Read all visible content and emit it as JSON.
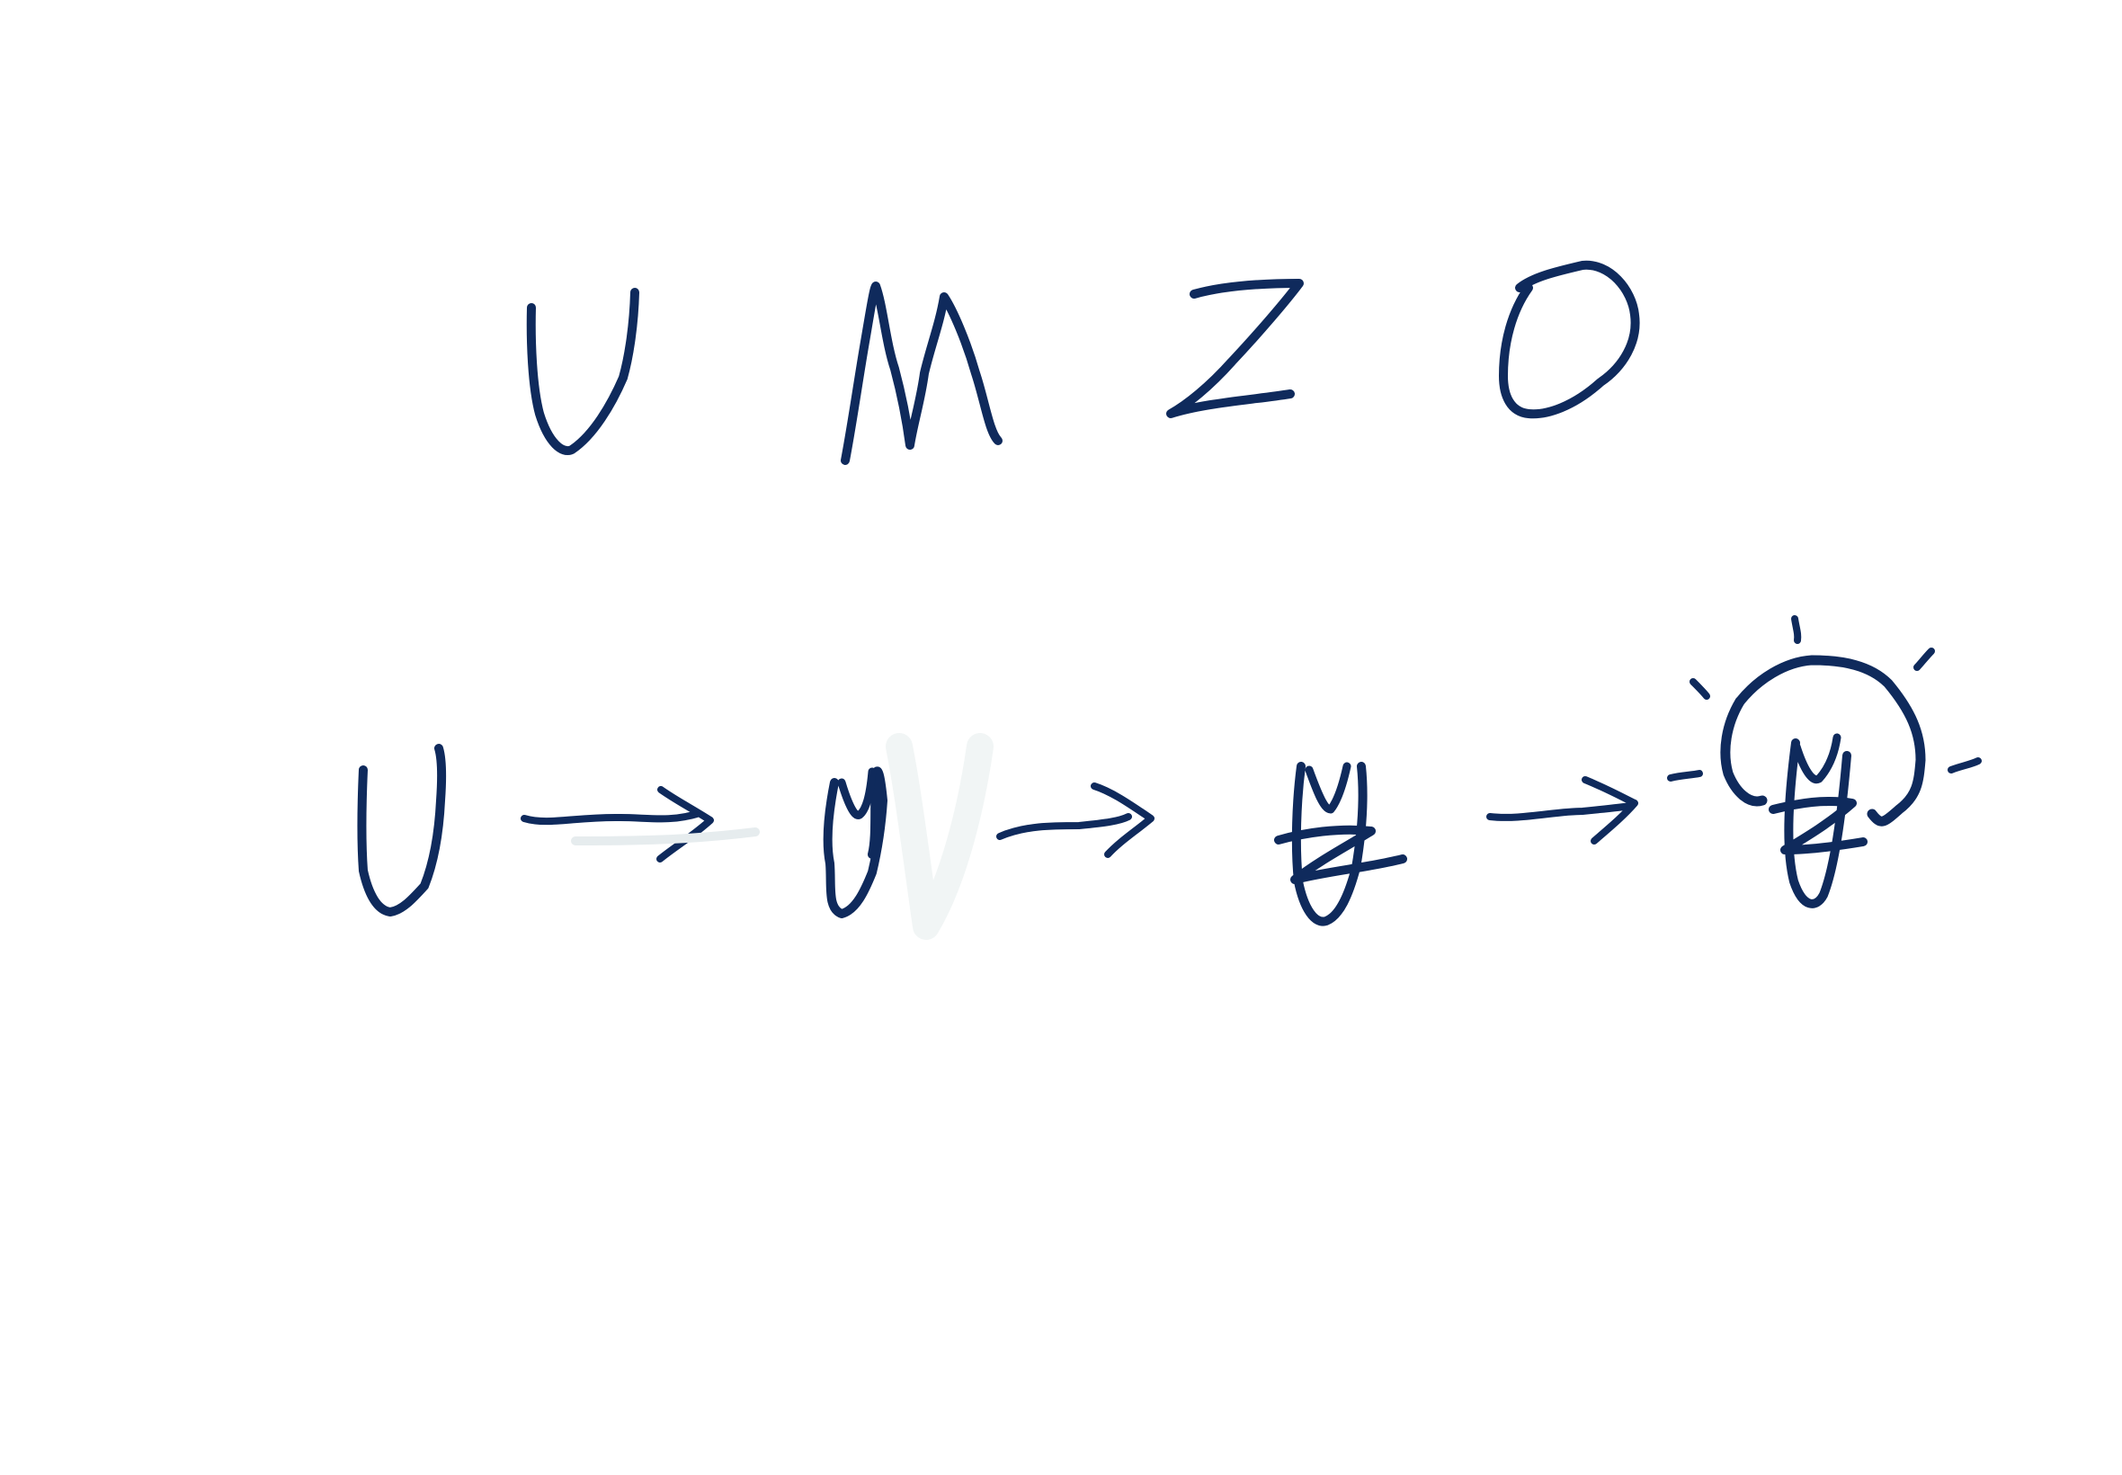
{
  "canvas": {
    "background": "#ffffff",
    "ink_color": "#0f2a5c",
    "faint_ink_color": "#e6ecee"
  },
  "top_row": {
    "letters": [
      "U",
      "M",
      "Z",
      "O"
    ]
  },
  "bottom_row": {
    "steps": [
      "U",
      "U+M",
      "U+M+Z",
      "U+M+Z+O"
    ],
    "arrows": 3,
    "final_has_light_rays": true
  }
}
